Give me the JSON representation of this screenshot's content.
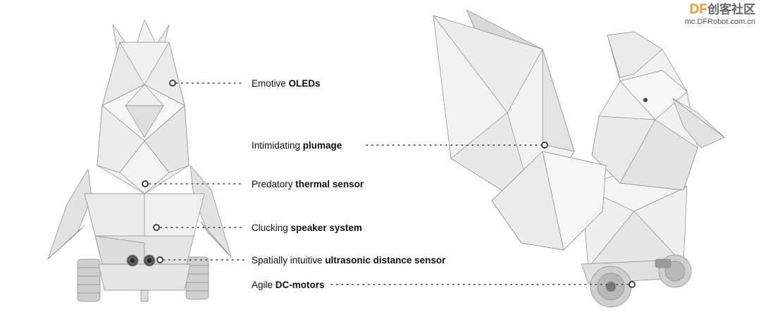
{
  "watermark": {
    "logo_prefix": "DF",
    "logo_text": "创客社区",
    "site": "mc.DFRobot.com.cn"
  },
  "callouts": [
    {
      "normal": "Emotive ",
      "bold": "OLEDs"
    },
    {
      "normal": "Intimidating ",
      "bold": "plumage"
    },
    {
      "normal": "Predatory ",
      "bold": "thermal sensor"
    },
    {
      "normal": "Clucking ",
      "bold": "speaker system"
    },
    {
      "normal": "Spatially intuitive ",
      "bold": "ultrasonic distance sensor"
    },
    {
      "normal": "Agile ",
      "bold": "DC-motors"
    }
  ]
}
